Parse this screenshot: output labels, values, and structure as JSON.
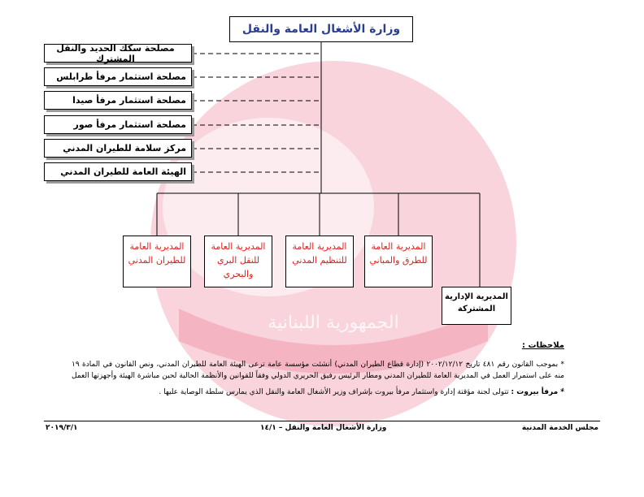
{
  "org_chart": {
    "ministry_title": "وزارة الأشغال العامة والنقل",
    "side_units": [
      "مصلحة سكك الحديد والنقل المشترك",
      "مصلحة استثمار مرفأ طرابلس",
      "مصلحة استثمار مرفأ صيدا",
      "مصلحة استثمار مرفأ صور",
      "مركز سلامة للطيران المدني",
      "الهيئة العامة للطيران المدني"
    ],
    "directorates": [
      "المديرية العامة للطيران المدني",
      "المديرية العامة للنقل البري والبحري",
      "المديرية العامة للتنظيم المدني",
      "المديرية العامة للطرق والمباني",
      "المديرية الإدارية المشتركة"
    ],
    "watermark_text": "الجمهورية اللبنانية"
  },
  "notes": {
    "title": "ملاحظات :",
    "note1": "* بموجب القانون رقم ٤٨١ تاريخ ٢٠٠٢/١٢/١٢ (إدارة قطاع الطيران المدني) أنشئت مؤسسة عامة ترعى الهيئة العامة للطيران المدني، ونص القانون في المادة ١٩ منه على استمرار العمل في المديرية العامة للطيران المدني ومطار الرئيس رفيق الحريري الدولي وفقاً للقوانين والأنظمة الحالية لحين مباشرة الهيئة وأجهزتها العمل .",
    "note2_label": "* مرفأ بيروت :",
    "note2": "تتولى لجنة مؤقتة إدارة واستثمار مرفأ بيروت بإشراف وزير الأشغال العامة والنقل الذي يمارس سلطة الوصاية عليها ."
  },
  "footer": {
    "left": "٢٠١٩/٣/١",
    "center": "وزارة الأشغال العامة والنقل – ١٤/١",
    "right": "مجلس الخدمة المدنية"
  },
  "colors": {
    "ministry_text": "#2a3f8f",
    "directorate_text": "#e02020",
    "watermark": "#f6c0cb"
  }
}
